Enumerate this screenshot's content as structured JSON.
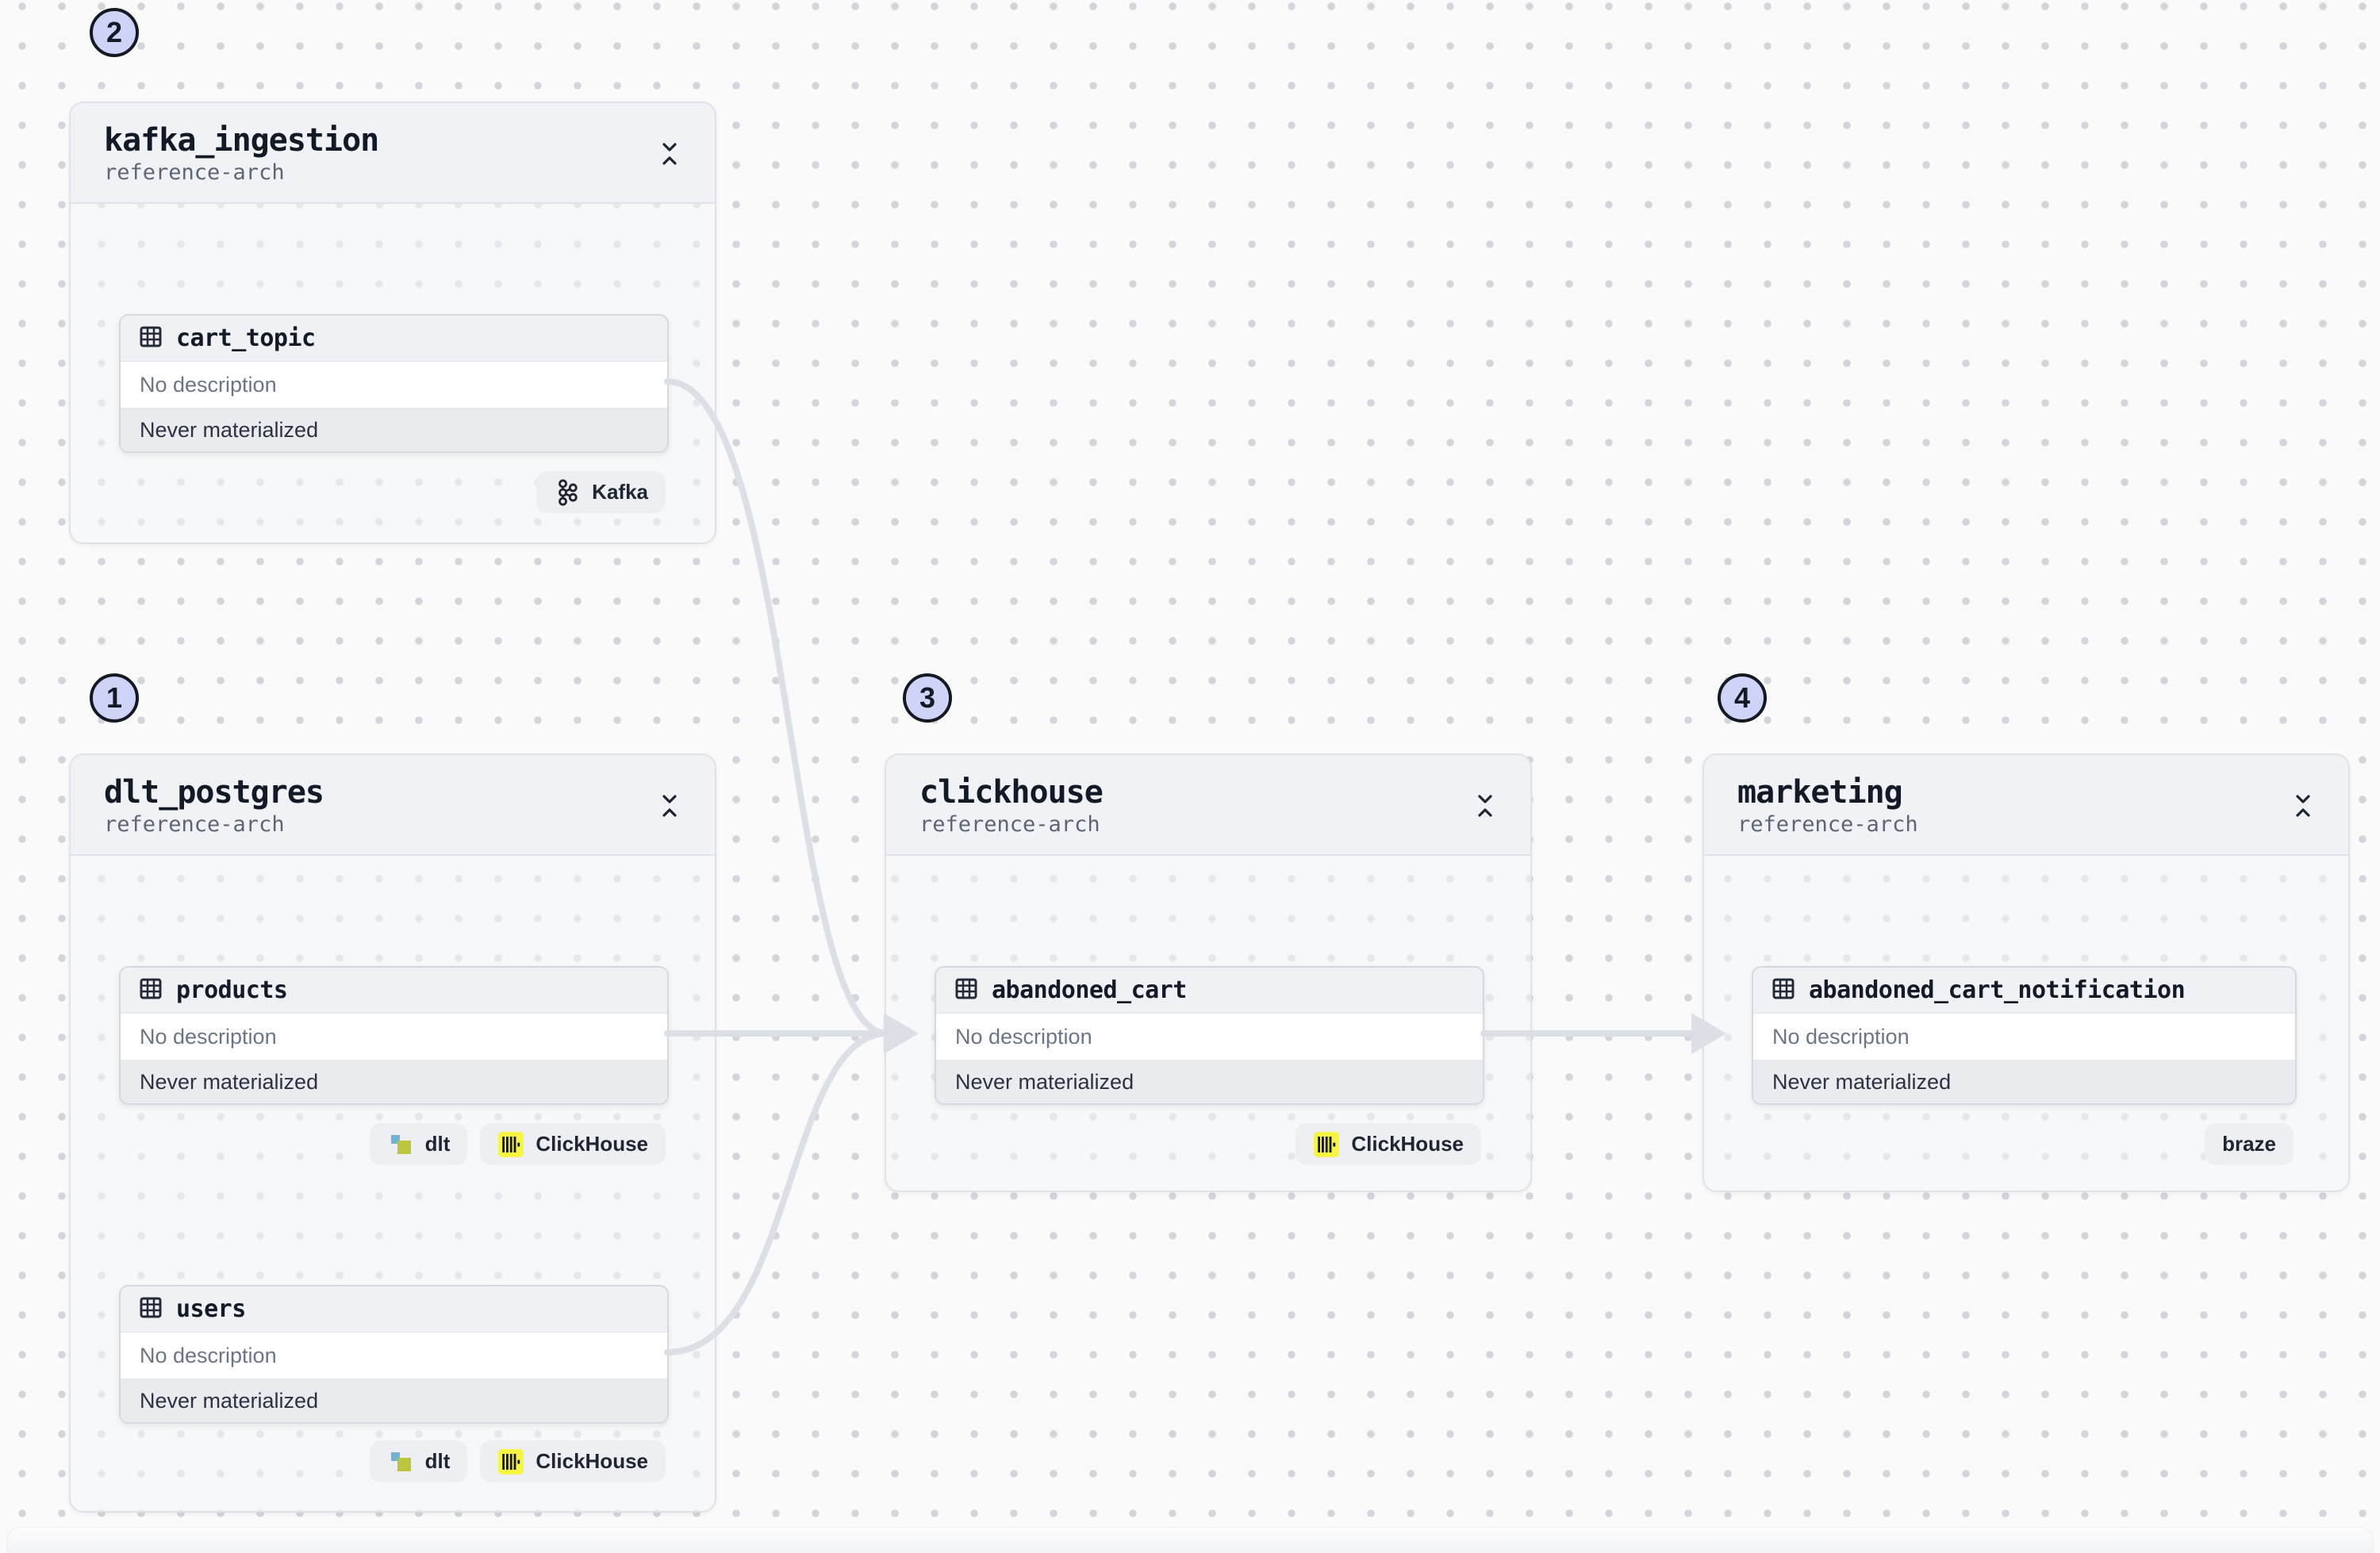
{
  "canvas": {
    "background": "#fafafb",
    "dot_color": "#d3d5db",
    "edge_color": "#dce0e6",
    "step_badge_bg": "#ced3f8",
    "step_badge_border": "#141922"
  },
  "groups": [
    {
      "badge": "1",
      "title": "dlt_postgres",
      "subtitle": "reference-arch",
      "collapse_icon": "collapse-vertical-icon",
      "assets": [
        {
          "name": "products",
          "description": "No description",
          "status": "Never materialized",
          "icon": "table-icon",
          "tags": [
            {
              "label": "dlt",
              "icon": "dlt-icon"
            },
            {
              "label": "ClickHouse",
              "icon": "clickhouse-icon"
            }
          ]
        },
        {
          "name": "users",
          "description": "No description",
          "status": "Never materialized",
          "icon": "table-icon",
          "tags": [
            {
              "label": "dlt",
              "icon": "dlt-icon"
            },
            {
              "label": "ClickHouse",
              "icon": "clickhouse-icon"
            }
          ]
        }
      ]
    },
    {
      "badge": "2",
      "title": "kafka_ingestion",
      "subtitle": "reference-arch",
      "collapse_icon": "collapse-vertical-icon",
      "assets": [
        {
          "name": "cart_topic",
          "description": "No description",
          "status": "Never materialized",
          "icon": "table-icon",
          "tags": [
            {
              "label": "Kafka",
              "icon": "kafka-icon"
            }
          ]
        }
      ]
    },
    {
      "badge": "3",
      "title": "clickhouse",
      "subtitle": "reference-arch",
      "collapse_icon": "collapse-vertical-icon",
      "assets": [
        {
          "name": "abandoned_cart",
          "description": "No description",
          "status": "Never materialized",
          "icon": "table-icon",
          "tags": [
            {
              "label": "ClickHouse",
              "icon": "clickhouse-icon"
            }
          ]
        }
      ]
    },
    {
      "badge": "4",
      "title": "marketing",
      "subtitle": "reference-arch",
      "collapse_icon": "collapse-vertical-icon",
      "assets": [
        {
          "name": "abandoned_cart_notification",
          "description": "No description",
          "status": "Never materialized",
          "icon": "table-icon",
          "tags": [
            {
              "label": "braze",
              "icon": null
            }
          ]
        }
      ]
    }
  ],
  "edges": [
    {
      "from": "cart_topic",
      "to": "abandoned_cart"
    },
    {
      "from": "products",
      "to": "abandoned_cart"
    },
    {
      "from": "users",
      "to": "abandoned_cart"
    },
    {
      "from": "abandoned_cart",
      "to": "abandoned_cart_notification"
    }
  ]
}
